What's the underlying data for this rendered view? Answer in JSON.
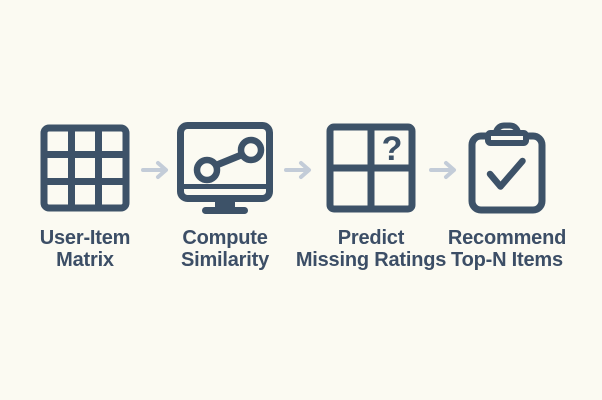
{
  "diagram": {
    "type": "flowchart",
    "direction": "left-to-right",
    "colors": {
      "background": "#fbfaf2",
      "icon_stroke": "#3d5268",
      "label_text": "#3c4e66",
      "arrow": "#c3ccd8"
    },
    "steps": [
      {
        "icon": "grid-3x3-matrix-icon",
        "label_line1": "User-Item",
        "label_line2": "Matrix"
      },
      {
        "icon": "monitor-scatter-icon",
        "label_line1": "Compute",
        "label_line2": "Similarity"
      },
      {
        "icon": "grid-2x2-question-icon",
        "label_line1": "Predict",
        "label_line2": "Missing Ratings",
        "question_mark_glyph": "?"
      },
      {
        "icon": "clipboard-check-icon",
        "label_line1": "Recommend",
        "label_line2": "Top-N Items"
      }
    ]
  }
}
